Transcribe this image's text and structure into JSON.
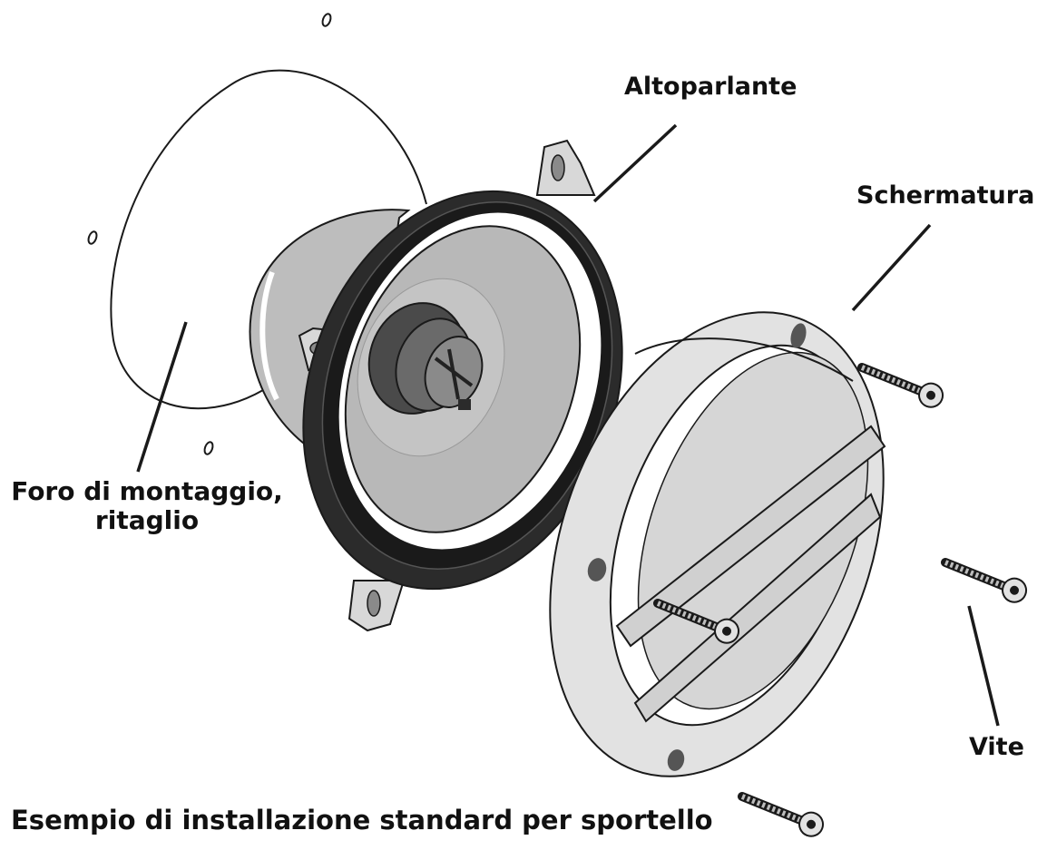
{
  "labels": {
    "speaker": "Altoparlante",
    "shield": "Schermatura",
    "mounting_hole_line1": "Foro di montaggio,",
    "mounting_hole_line2": "ritaglio",
    "screw": "Vite"
  },
  "caption": "Esempio di installazione standard per sportello",
  "colors": {
    "line": "#1a1a1a",
    "grey_fill": "#bdbdbd",
    "light_fill": "#e2e2e2",
    "dark_gasket": "#2b2b2b",
    "white": "#ffffff"
  }
}
